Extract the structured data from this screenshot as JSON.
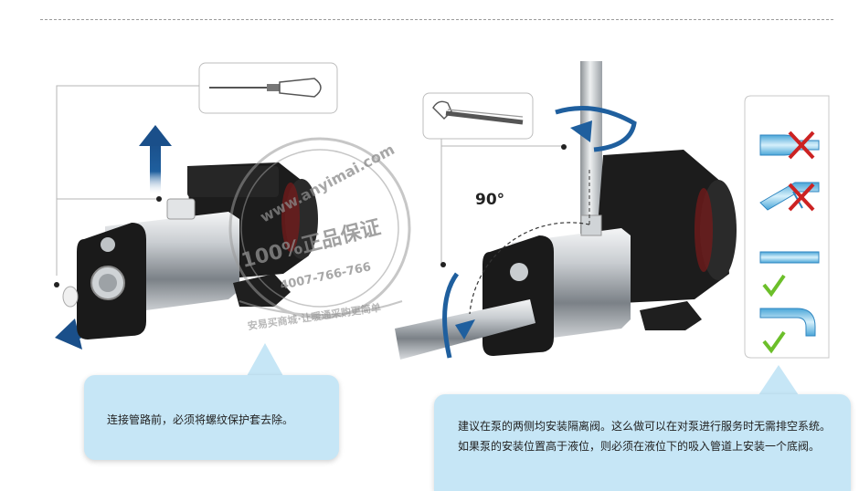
{
  "instructions": {
    "left_note": "连接管路前，必须将螺纹保护套去除。",
    "right_note": "建议在泵的两侧均安装隔离阀。这么做可以在对泵进行服务时无需排空系统。如果泵的安装位置高于液位，则必须在液位下的吸入管道上安装一个底阀。"
  },
  "angle_label": "90°",
  "watermark": {
    "site": "www.anyimai.com",
    "guarantee": "100%正品保证",
    "phone": "4007-766-766",
    "slogan": "安易买商城·让暖通采购更简单"
  },
  "tools": [
    "screwdriver-icon",
    "pipe-wrench-icon"
  ],
  "pipe_guides": [
    {
      "icon": "pipe-narrowing-icon",
      "status": "incorrect"
    },
    {
      "icon": "pipe-angled-icon",
      "status": "incorrect"
    },
    {
      "icon": "pipe-straight-icon",
      "status": "correct"
    },
    {
      "icon": "pipe-bend-icon",
      "status": "correct"
    }
  ],
  "colors": {
    "bubble": "#c6e6f6",
    "arrow_blue": "#1f5f9e",
    "cross_red": "#cc2222",
    "check_green": "#6cbf2a",
    "motor_black": "#1c1c1c",
    "steel": "#c8cdd2"
  }
}
